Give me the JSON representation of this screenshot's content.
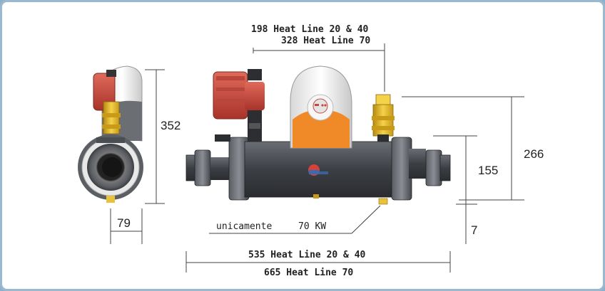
{
  "diagram": {
    "top_dimension": {
      "line1": "198 Heat Line 20 & 40",
      "line2": "328 Heat Line 70"
    },
    "left_view": {
      "height": "352",
      "width": "79"
    },
    "right_dimensions": {
      "total_height": "266",
      "mid_height": "155",
      "bottom_offset": "7"
    },
    "note": {
      "prefix": "unicamente",
      "value": "70 KW"
    },
    "bottom_dimension": {
      "line1": "535 Heat Line 20 & 40",
      "line2": "665 Heat Line 70"
    },
    "colors": {
      "pump_red": "#c8473a",
      "body_dark": "#4a4d52",
      "fitting_yellow": "#e8c23a",
      "housing_orange": "#f08a28",
      "housing_white": "#f4f4f4",
      "background_border": "#9ab8cf"
    }
  }
}
